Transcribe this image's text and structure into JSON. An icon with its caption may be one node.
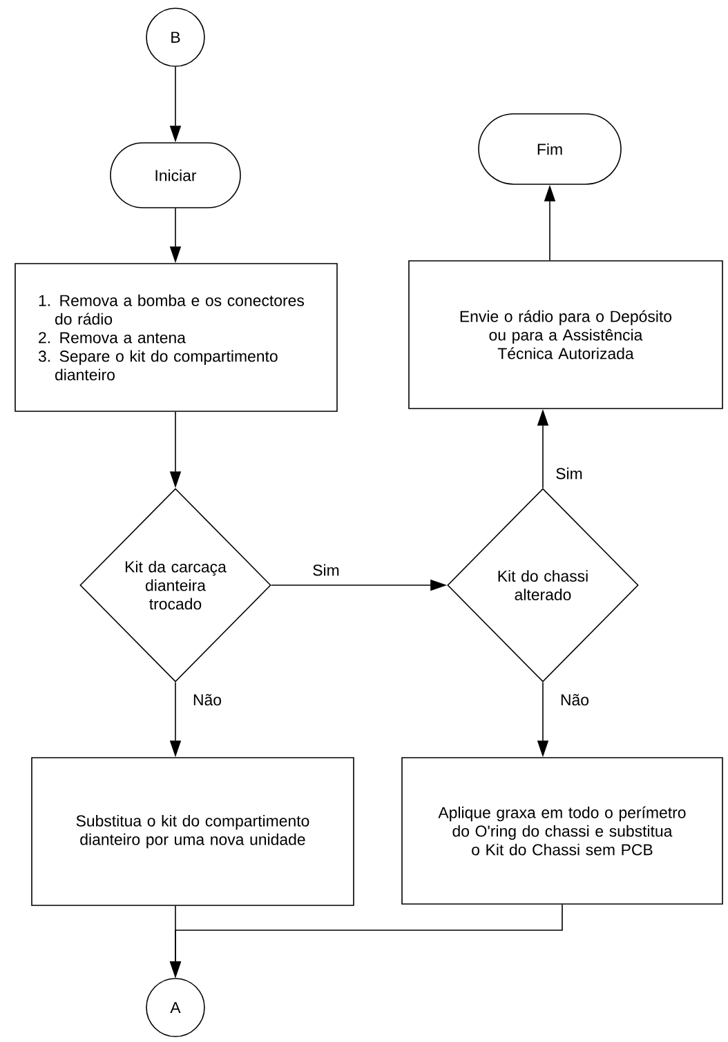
{
  "diagram": {
    "nodes": [
      {
        "text": [
          "B"
        ]
      },
      {
        "text": [
          "Iniciar"
        ]
      },
      {
        "text": [
          "1. Remova a bomba e os conectores do rádio",
          "2. Remova a antena",
          "3. Separe o kit do compartimento dianteiro"
        ]
      },
      {
        "text": [
          "Kit da carcaça dianteira trocado"
        ]
      },
      {
        "text": [
          "Kit do chassi alterado"
        ]
      },
      {
        "text": [
          "Fim"
        ]
      },
      {
        "text": [
          "Envie o rádio para o Depósito ou para a Assistência Técnica Autorizada"
        ]
      },
      {
        "text": [
          "Substitua o kit do compartimento dianteiro por uma nova unidade"
        ]
      },
      {
        "text": [
          "Aplique graxa em todo o perímetro do O'ring do chassi e substitua o Kit do Chassi sem PCB"
        ]
      },
      {
        "text": [
          "A"
        ]
      }
    ],
    "edges": [
      {
        "from": 0,
        "to": 1,
        "arrow": "to"
      },
      {
        "from": 1,
        "to": 2,
        "arrow": "to"
      },
      {
        "from": 2,
        "to": 3,
        "arrow": "to"
      },
      {
        "from": 3,
        "to": 4,
        "arrow": "to",
        "label": "Sim"
      },
      {
        "from": 3,
        "to": 7,
        "arrow": "to",
        "label": "Não"
      },
      {
        "from": 4,
        "to": 6,
        "arrow": "to",
        "label": "Sim"
      },
      {
        "from": 6,
        "to": 5,
        "arrow": "to"
      },
      {
        "from": 4,
        "to": 8,
        "arrow": "to",
        "label": "Não"
      },
      {
        "from": 7,
        "to": 9,
        "arrow": "to"
      },
      {
        "from": 8,
        "to": 9,
        "arrow": "to"
      }
    ]
  }
}
